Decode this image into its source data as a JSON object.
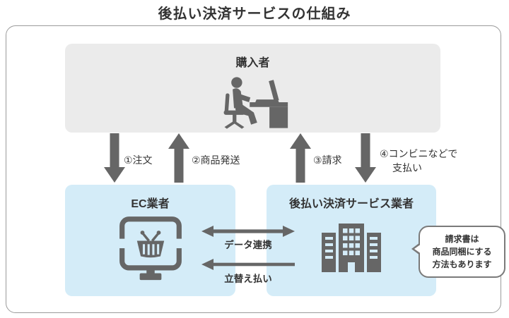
{
  "title": "後払い決済サービスの仕組み",
  "colors": {
    "frame_border": "#9b9b9b",
    "buyer_box_bg": "#ebebeb",
    "provider_box_bg": "#d4ecf8",
    "arrow_icon_gray": "#666666",
    "text": "#333333",
    "bubble_border": "#7a7a7a"
  },
  "buyer": {
    "label": "購入者",
    "icon": "person-at-desk-icon"
  },
  "flow_arrows": [
    {
      "direction": "down",
      "label": "①注文"
    },
    {
      "direction": "up",
      "label": "②商品発送"
    },
    {
      "direction": "up",
      "label": "③請求"
    },
    {
      "direction": "down",
      "label_line1": "④コンビニなどで",
      "label_line2": "支払い"
    }
  ],
  "ec": {
    "label": "EC業者",
    "icon": "monitor-basket-icon"
  },
  "bnpl": {
    "label": "後払い決済サービス業者",
    "icon": "buildings-icon"
  },
  "connectors": [
    {
      "type": "double-arrow",
      "label": "データ連携"
    },
    {
      "type": "left-arrow",
      "label": "立替え払い"
    }
  ],
  "bubble": {
    "line1": "請求書は",
    "line2": "商品同梱にする",
    "line3": "方法もあります"
  }
}
